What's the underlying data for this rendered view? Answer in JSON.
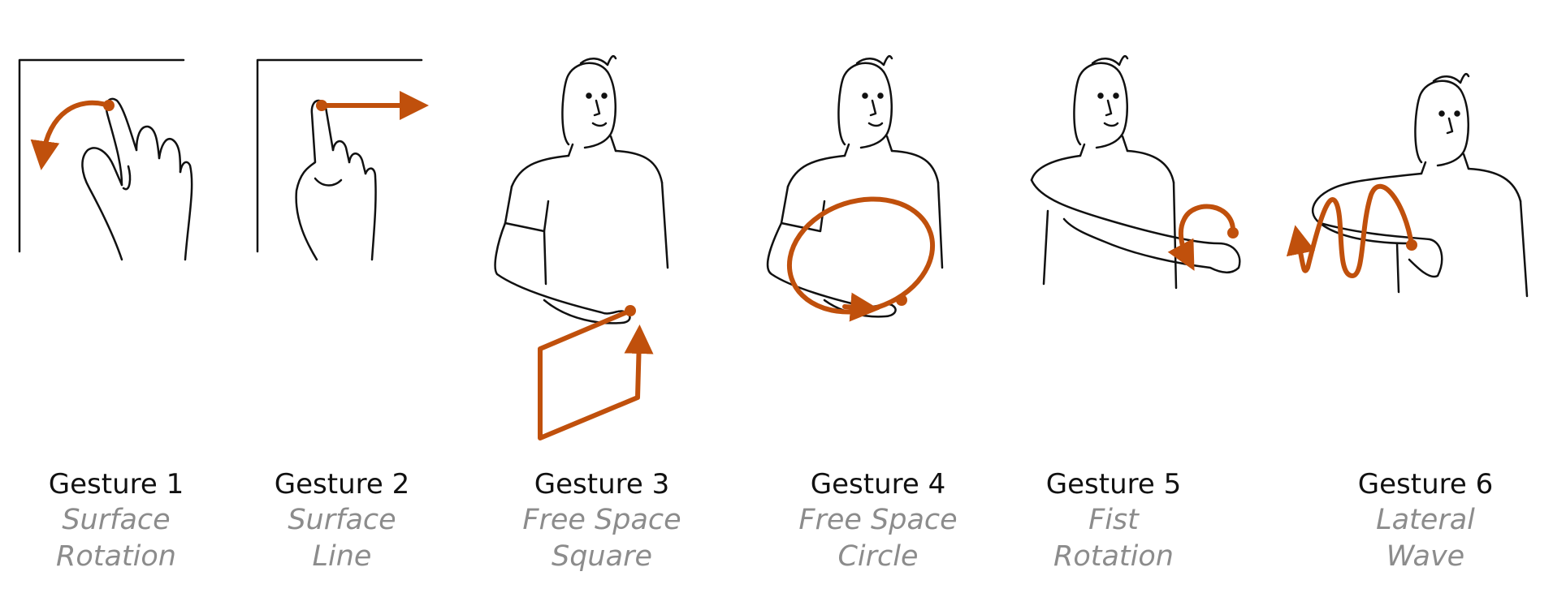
{
  "colors": {
    "accent": "#C0500C",
    "ink": "#111111",
    "caption": "#8c8c8c"
  },
  "gestures": [
    {
      "title": "Gesture 1",
      "line1": "Surface",
      "line2": "Rotation",
      "icon": "hand-surface-rotation"
    },
    {
      "title": "Gesture 2",
      "line1": "Surface",
      "line2": "Line",
      "icon": "hand-surface-line"
    },
    {
      "title": "Gesture 3",
      "line1": "Free Space",
      "line2": "Square",
      "icon": "person-free-space-square"
    },
    {
      "title": "Gesture 4",
      "line1": "Free Space",
      "line2": "Circle",
      "icon": "person-free-space-circle"
    },
    {
      "title": "Gesture 5",
      "line1": "Fist",
      "line2": "Rotation",
      "icon": "person-fist-rotation"
    },
    {
      "title": "Gesture 6",
      "line1": "Lateral",
      "line2": "Wave",
      "icon": "person-lateral-wave"
    }
  ]
}
